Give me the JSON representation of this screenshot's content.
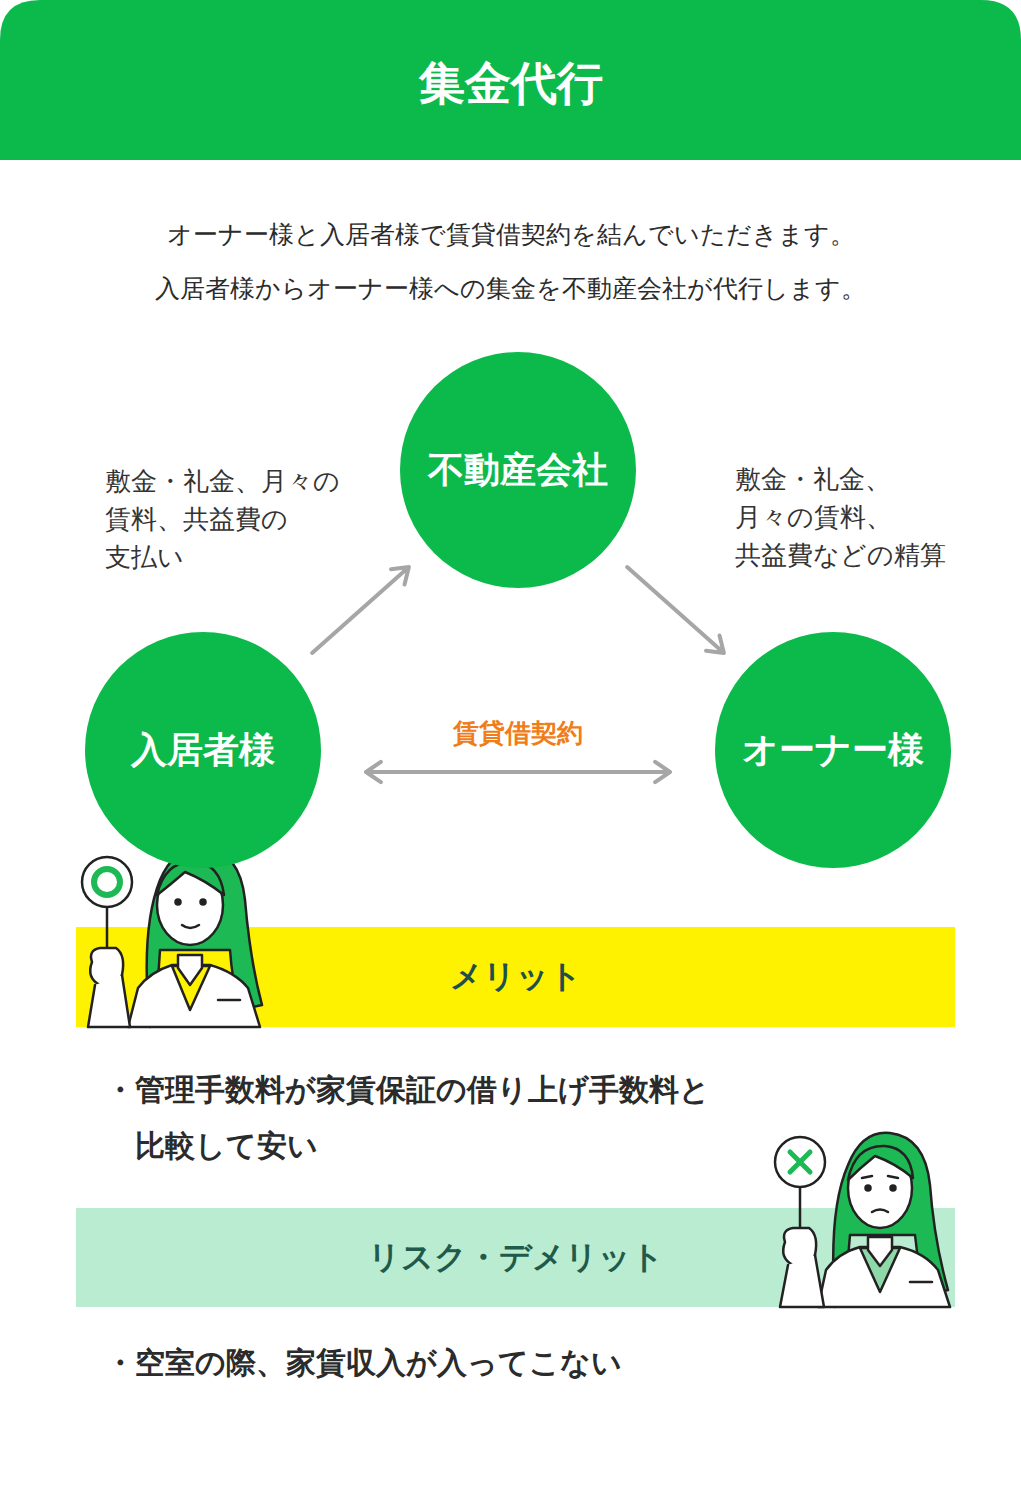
{
  "diagram": {
    "title": "集金代行",
    "nodes": [
      {
        "text": [
          "不動産会社"
        ]
      },
      {
        "text": [
          "入居者様"
        ]
      },
      {
        "text": [
          "オーナー様"
        ]
      },
      {
        "text": [
          "メリット"
        ]
      },
      {
        "text": [
          "リスク・デメリット"
        ]
      }
    ],
    "edges": [
      {
        "from": 1,
        "to": 0,
        "arrow": "to",
        "label": "敷金・礼金、月々の 賃料、共益費の 支払い"
      },
      {
        "from": 0,
        "to": 2,
        "arrow": "to",
        "label": "敷金・礼金、 月々の賃料、 共益費などの精算"
      },
      {
        "from": 1,
        "to": 2,
        "arrow": "both",
        "label": "賃貸借契約"
      }
    ],
    "labels": [
      "オーナー様と入居者様で賃貸借契約を結んでいただきます。",
      "入居者様からオーナー様への集金を不動産会社が代行します。",
      "・管理手数料が家賃保証の借り上げ手数料と 比較して安い",
      "・空室の際、家賃収入が入ってこない"
    ]
  }
}
